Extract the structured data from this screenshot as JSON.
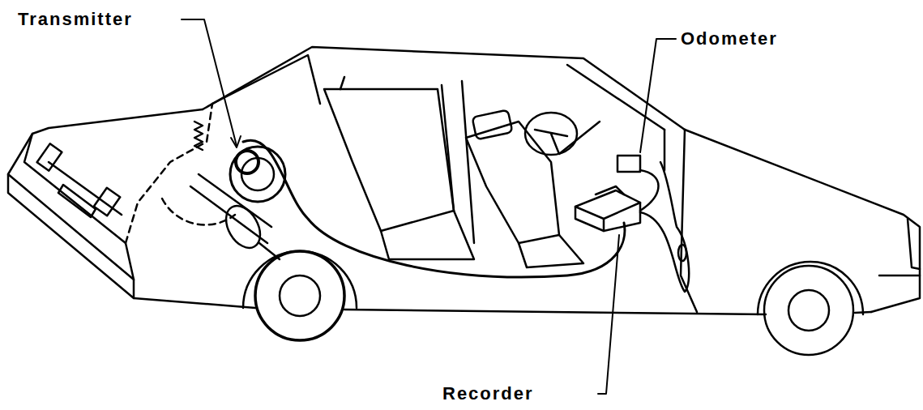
{
  "diagram": {
    "labels": [
      "Transmitter",
      "Odometer",
      "Recorder"
    ]
  }
}
